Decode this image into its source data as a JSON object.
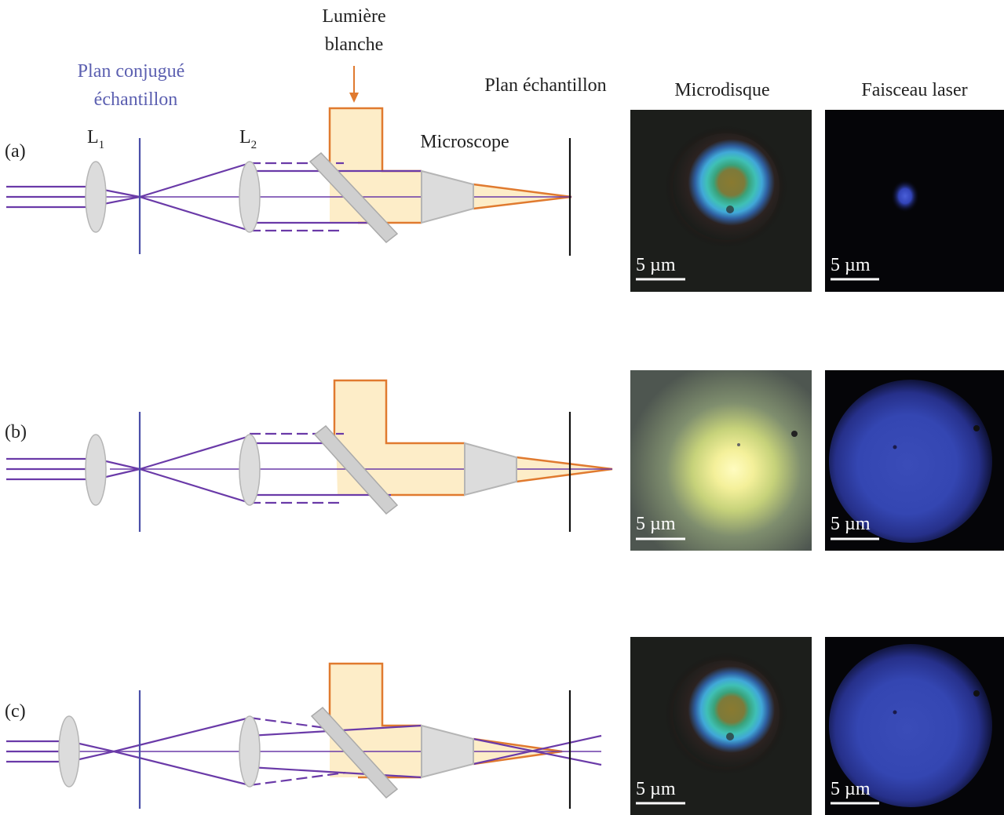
{
  "labels": {
    "lumiere_line1": "Lumière",
    "lumiere_line2": "blanche",
    "plan_conjugue_line1": "Plan conjugué",
    "plan_conjugue_line2": "échantillon",
    "plan_echantillon": "Plan échantillon",
    "microscope": "Microscope",
    "l1": "L",
    "l1_sub": "1",
    "l2": "L",
    "l2_sub": "2",
    "col_microdisque": "Microdisque",
    "col_faisceau": "Faisceau laser"
  },
  "rows": [
    {
      "id": "a",
      "label": "(a)",
      "scale_micro": "5 µm",
      "scale_laser": "5 µm"
    },
    {
      "id": "b",
      "label": "(b)",
      "scale_micro": "5 µm",
      "scale_laser": "5 µm"
    },
    {
      "id": "c",
      "label": "(c)",
      "scale_micro": "5 µm",
      "scale_laser": "5 µm"
    }
  ],
  "colors": {
    "beam": "#6a3aa8",
    "plane": "#4a4fa8",
    "white_light": "#e07a2f",
    "white_light_fill": "#fdedc8",
    "lens": "#dcdcdc",
    "lens_stroke": "#b5b5b5",
    "sample_plane": "#111111"
  }
}
